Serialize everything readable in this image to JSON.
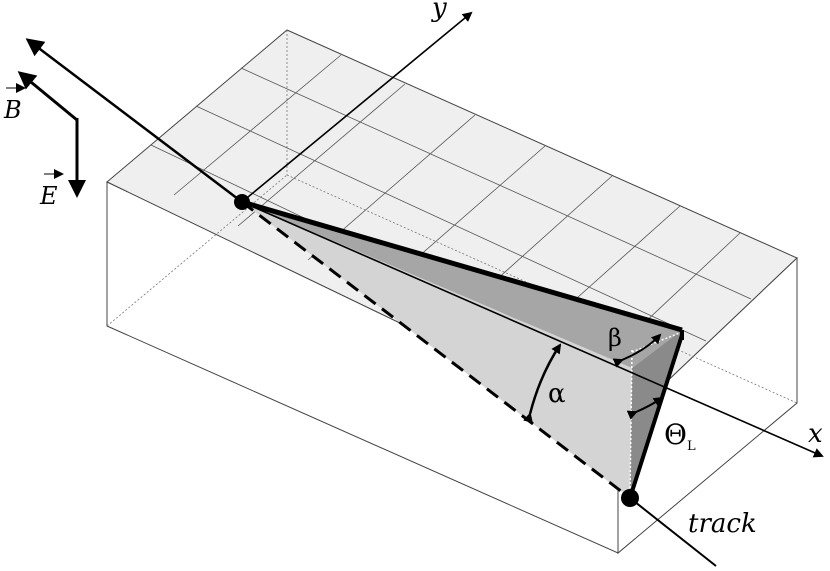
{
  "labels": {
    "y_axis": "y",
    "x_axis": "x",
    "b_field": "B",
    "e_field": "E",
    "track": "track",
    "alpha": "α",
    "beta": "β",
    "theta": "Θ",
    "theta_sub": "L"
  },
  "colors": {
    "box_top": "#efefef",
    "box_front": "#ffffff",
    "plane_light": "#d6d6d6",
    "plane_dark": "#8a8a8a",
    "plane_mid": "#a8a8a8",
    "stroke": "#000000"
  }
}
